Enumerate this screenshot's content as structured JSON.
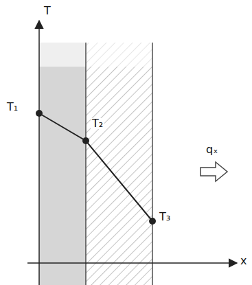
{
  "diagram": {
    "labels": [
      "T",
      "T₁",
      "T₂",
      "T₃",
      "qₓ",
      "x"
    ]
  }
}
